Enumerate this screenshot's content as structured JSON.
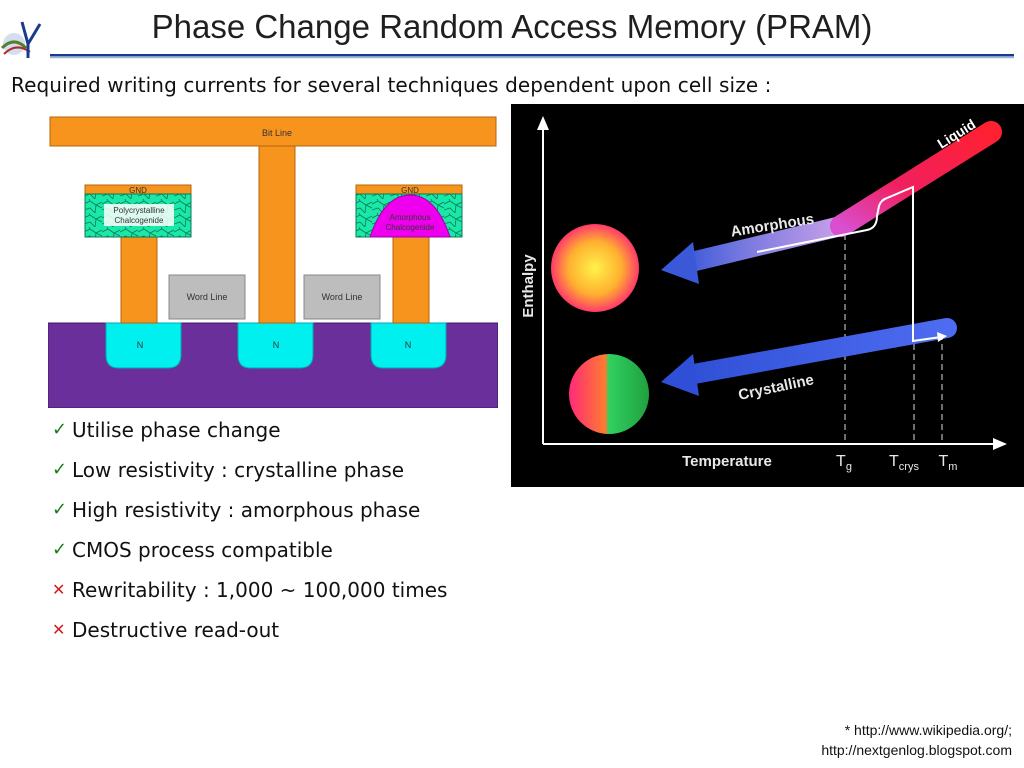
{
  "title": "Phase Change Random Access Memory (PRAM)",
  "subtitle": "Required writing currents for several techniques dependent upon cell size :",
  "cell_diagram": {
    "bit_line": "Bit Line",
    "gnd_left": "GND",
    "gnd_right": "GND",
    "poly_line1": "Polycrystalline",
    "poly_line2": "Chalcogenide",
    "amor_line1": "Amorphous",
    "amor_line2": "Chalcogenide",
    "word_line_left": "Word Line",
    "word_line_right": "Word Line",
    "n_left": "N",
    "n_mid": "N",
    "n_right": "N"
  },
  "enthalpy_diagram": {
    "y_label": "Enthalpy",
    "x_label": "Temperature",
    "liquid": "Liquid",
    "amorphous": "Amorphous",
    "crystalline": "Crystalline",
    "tg_main": "T",
    "tg_sub": "g",
    "tcrys_main": "T",
    "tcrys_sub": "crys",
    "tm_main": "T",
    "tm_sub": "m"
  },
  "bullets": [
    {
      "mark": "check",
      "text": "Utilise phase change"
    },
    {
      "mark": "check",
      "text": "Low resistivity : crystalline phase"
    },
    {
      "mark": "check",
      "text": "High resistivity : amorphous phase"
    },
    {
      "mark": "check",
      "text": "CMOS process compatible"
    },
    {
      "mark": "cross",
      "text": "Rewritability : 1,000 ~ 100,000 times"
    },
    {
      "mark": "cross",
      "text": "Destructive read-out"
    }
  ],
  "references": {
    "line1": "* http://www.wikipedia.org/;",
    "line2": "http://nextgenlog.blogspot.com"
  },
  "colors": {
    "title_rule": "#1a3b8c",
    "metal": "#f7941d",
    "substrate": "#6a2f9a",
    "n_well": "#00f0f0",
    "poly": "#19e8a8",
    "amorphous": "#ee00ee",
    "word_line": "#bdbdbd"
  }
}
